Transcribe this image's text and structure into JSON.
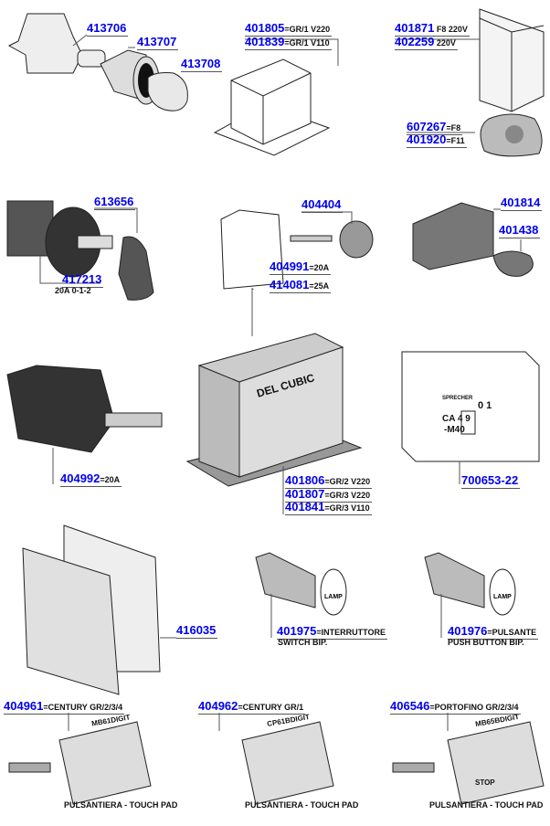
{
  "parts": [
    {
      "code": "413706",
      "note": ""
    },
    {
      "code": "413707",
      "note": ""
    },
    {
      "code": "413708",
      "note": ""
    },
    {
      "code": "401805",
      "note": "=GR/1 V220"
    },
    {
      "code": "401839",
      "note": "=GR/1 V110"
    },
    {
      "code": "401871",
      "note": " F8 220V"
    },
    {
      "code": "402259",
      "note": " 220V"
    },
    {
      "code": "607267",
      "note": "=F8"
    },
    {
      "code": "401920",
      "note": "=F11"
    },
    {
      "code": "613656",
      "note": ""
    },
    {
      "code": "417213",
      "note": ""
    },
    {
      "code": "404404",
      "note": ""
    },
    {
      "code": "404991",
      "note": "=20A"
    },
    {
      "code": "414081",
      "note": "=25A"
    },
    {
      "code": "401814",
      "note": ""
    },
    {
      "code": "401438",
      "note": ""
    },
    {
      "code": "404992",
      "note": "=20A"
    },
    {
      "code": "401806",
      "note": "=GR/2 V220"
    },
    {
      "code": "401807",
      "note": "=GR/3 V220"
    },
    {
      "code": "401841",
      "note": "=GR/3 V110"
    },
    {
      "code": "700653-22",
      "note": ""
    },
    {
      "code": "416035",
      "note": ""
    },
    {
      "code": "401975",
      "note": "=INTERRUTTORE"
    },
    {
      "code": "401976",
      "note": "=PULSANTE"
    },
    {
      "code": "404961",
      "note": "=CENTURY GR/2/3/4"
    },
    {
      "code": "404962",
      "note": "=CENTURY GR/1"
    },
    {
      "code": "406546",
      "note": "=PORTOFINO GR/2/3/4"
    }
  ],
  "sublabels": {
    "s417213": "20A   0-1-2",
    "s401975": "SWITCH  BIP.",
    "s401976": "PUSH BUTTON    BIP.",
    "touchpad": "PULSANTIERA - TOUCH PAD"
  },
  "product_text": {
    "del_cubic": "DEL CUBIC",
    "sprecher": "SPRECHER",
    "contactor_switch": "0  1",
    "contactor_model_1": "CA 4 9",
    "contactor_model_2": "-M40",
    "lamp": "LAMP",
    "stop": "STOP",
    "kp1": "MB61DIGIT",
    "kp2": "CP61BDIGIT",
    "kp3": "MB65BDIGIT"
  }
}
